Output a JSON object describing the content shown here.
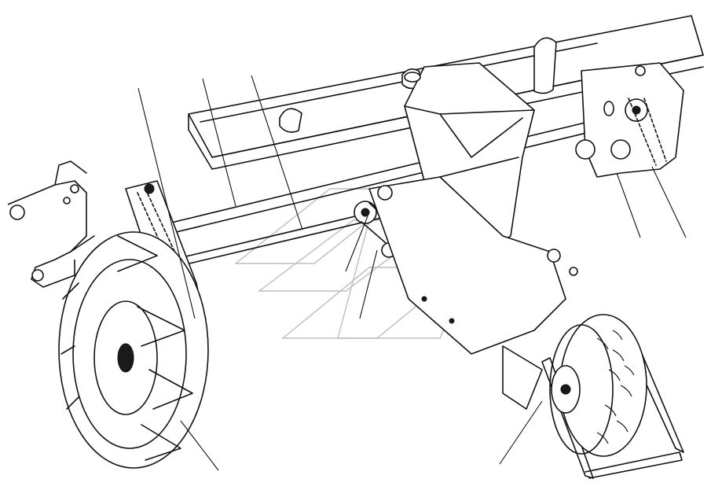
{
  "figure": {
    "kind": "exploded line drawing of planter drive assembly"
  },
  "leaders": [
    {
      "id": "l1"
    },
    {
      "id": "l2"
    },
    {
      "id": "l3"
    },
    {
      "id": "l4"
    },
    {
      "id": "l5"
    },
    {
      "id": "l6"
    },
    {
      "id": "l7"
    },
    {
      "id": "l8"
    }
  ]
}
